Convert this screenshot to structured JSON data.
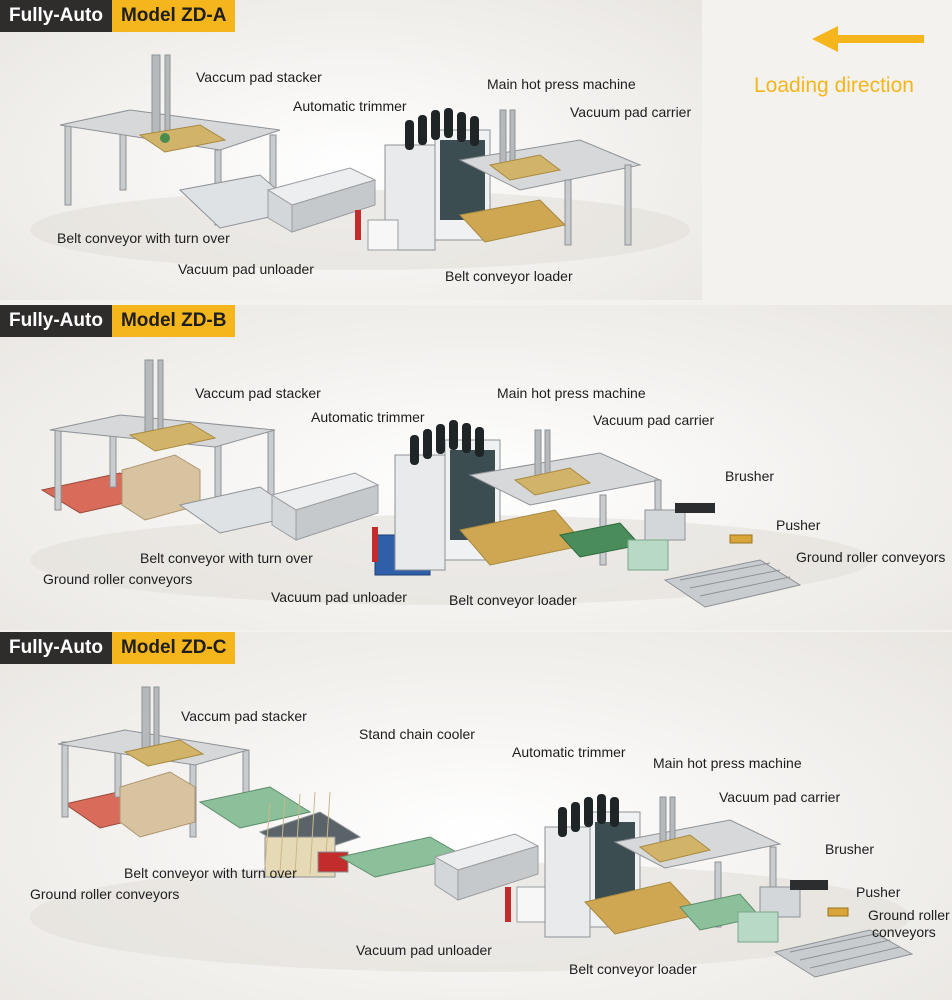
{
  "loading": {
    "text": "Loading direction",
    "arrow_color": "#f5b51c"
  },
  "badge_colors": {
    "dark": "#2f2d2c",
    "accent": "#f5b51c"
  },
  "panels": [
    {
      "badge_auto": "Fully-Auto",
      "badge_model": "Model ZD-A",
      "labels": {
        "stacker": "Vaccum pad stacker",
        "hot_press": "Main hot press machine",
        "trimmer": "Automatic trimmer",
        "carrier": "Vacuum pad carrier",
        "belt_turn": "Belt conveyor with turn over",
        "unloader": "Vacuum pad unloader",
        "loader": "Belt conveyor loader"
      }
    },
    {
      "badge_auto": "Fully-Auto",
      "badge_model": "Model ZD-B",
      "labels": {
        "stacker": "Vaccum pad stacker",
        "hot_press": "Main hot press machine",
        "trimmer": "Automatic trimmer",
        "carrier": "Vacuum pad carrier",
        "brusher": "Brusher",
        "pusher": "Pusher",
        "ground_right": "Ground roller conveyors",
        "belt_turn": "Belt conveyor with turn over",
        "ground_left": "Ground roller conveyors",
        "unloader": "Vacuum pad unloader",
        "loader": "Belt conveyor loader"
      }
    },
    {
      "badge_auto": "Fully-Auto",
      "badge_model": "Model ZD-C",
      "labels": {
        "stacker": "Vaccum pad stacker",
        "cooler": "Stand chain cooler",
        "trimmer": "Automatic trimmer",
        "hot_press": "Main hot press machine",
        "carrier": "Vacuum pad carrier",
        "brusher": "Brusher",
        "pusher": "Pusher",
        "ground_right_1": "Ground roller",
        "ground_right_2": "conveyors",
        "belt_turn": "Belt conveyor with turn over",
        "ground_left": "Ground roller conveyors",
        "unloader": "Vacuum pad unloader",
        "loader": "Belt conveyor loader"
      }
    }
  ]
}
